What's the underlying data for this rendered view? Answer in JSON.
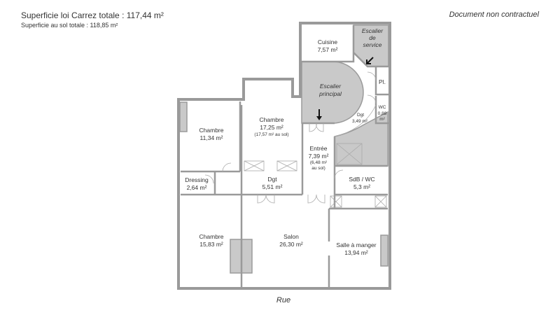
{
  "header": {
    "surface_carrez": "Superficie loi Carrez totale : 117,44 m²",
    "surface_sol": "Superficie au sol totale : 118,85 m²",
    "disclaimer": "Document non contractuel"
  },
  "plan": {
    "street": "Rue",
    "rooms": {
      "cuisine": {
        "name": "Cuisine",
        "area": "7,57 m²"
      },
      "escalier_service": {
        "l1": "Escalier",
        "l2": "de",
        "l3": "service"
      },
      "escalier_principal": {
        "l1": "Escalier",
        "l2": "principal"
      },
      "placard": {
        "name": "Pl."
      },
      "wc": {
        "name": "WC",
        "area1": "0,88",
        "area2": "m²"
      },
      "dgt_small": {
        "name": "Dgt",
        "area": "3,49 m²"
      },
      "chambre1": {
        "name": "Chambre",
        "area": "11,34 m²"
      },
      "chambre2": {
        "name": "Chambre",
        "area": "17,25 m²",
        "note": "(17,57 m² au sol)"
      },
      "entree": {
        "name": "Entrée",
        "area": "7,39 m²",
        "note1": "(6,48 m²",
        "note2": "au sol)"
      },
      "dressing": {
        "name": "Dressing",
        "area": "2,64 m²"
      },
      "dgt": {
        "name": "Dgt",
        "area": "5,51 m²"
      },
      "sdb": {
        "name": "SdB / WC",
        "area": "5,3 m²"
      },
      "chambre3": {
        "name": "Chambre",
        "area": "15,83 m²"
      },
      "salon": {
        "name": "Salon",
        "area": "26,30 m²"
      },
      "salle_manger": {
        "name": "Salle à manger",
        "area": "13,94 m²"
      }
    }
  }
}
